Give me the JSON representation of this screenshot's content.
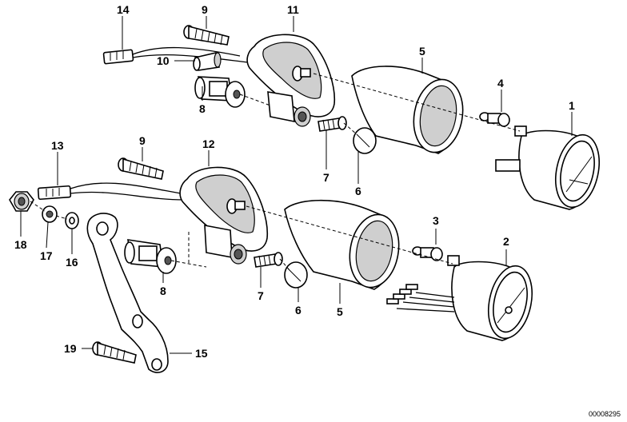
{
  "callouts": {
    "c14": "14",
    "c9_top": "9",
    "c11": "11",
    "c10": "10",
    "c5_top": "5",
    "c4": "4",
    "c1": "1",
    "c8_top": "8",
    "c7_top": "7",
    "c6_top": "6",
    "c13": "13",
    "c9_bottom": "9",
    "c12": "12",
    "c18": "18",
    "c17": "17",
    "c16": "16",
    "c8_bottom": "8",
    "c7_bottom": "7",
    "c6_bottom": "6",
    "c5_bottom": "5",
    "c3": "3",
    "c2": "2",
    "c19": "19",
    "c15": "15"
  },
  "drawing_code": "00008295"
}
